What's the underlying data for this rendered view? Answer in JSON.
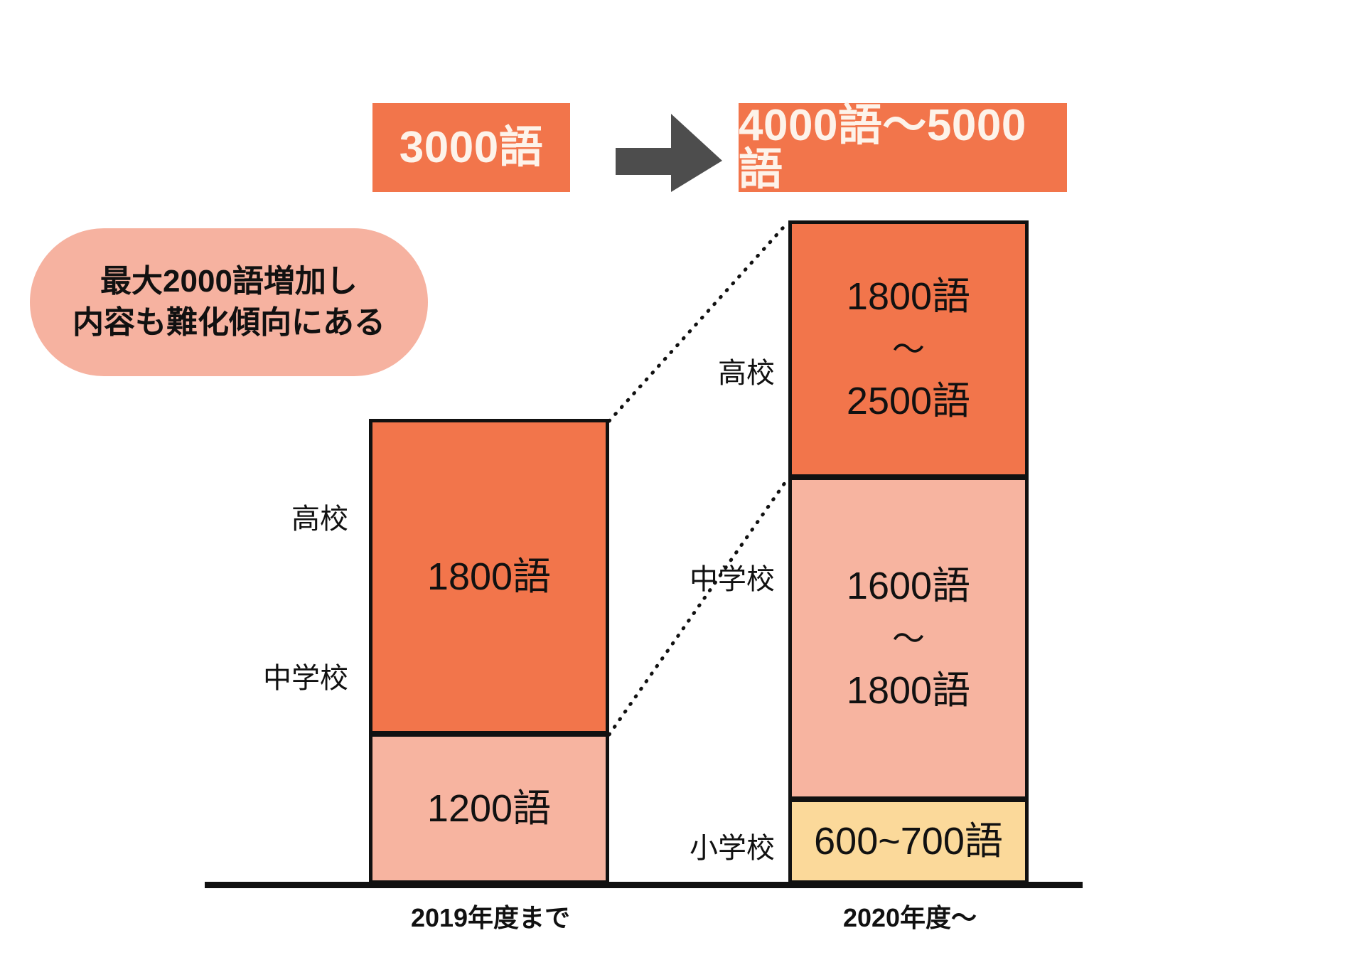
{
  "banners": {
    "before_label": "3000語",
    "after_label": "4000語〜5000語",
    "arrow_icon": "right-arrow-icon"
  },
  "callout": {
    "line1": "最大2000語増加し",
    "line2": "内容も難化傾向にある",
    "bg_color": "#F6B2A0"
  },
  "colors": {
    "high_school": "#F2754B",
    "junior_high": "#F7B4A0",
    "elementary": "#FBD99A",
    "outline": "#111111",
    "arrow": "#4D4D4D",
    "banner_text": "#FDF3EA"
  },
  "chart_data": {
    "type": "bar",
    "title": "",
    "xlabel": "",
    "ylabel": "",
    "categories": [
      "2019年度まで",
      "2020年度〜"
    ],
    "series": [
      {
        "name": "高校",
        "values": [
          1800,
          2150
        ],
        "labels": [
          "1800語",
          "1800語 〜 2500語"
        ],
        "color": "#F2754B"
      },
      {
        "name": "中学校",
        "values": [
          1200,
          1700
        ],
        "labels": [
          "1200語",
          "1600語 〜 1800語"
        ],
        "color": "#F7B4A0"
      },
      {
        "name": "小学校",
        "values": [
          0,
          650
        ],
        "labels": [
          "",
          "600~700語"
        ],
        "color": "#FBD99A"
      }
    ],
    "totals": [
      "3000語",
      "4000語〜5000語"
    ],
    "grid": false,
    "legend": "none"
  },
  "left_bar": {
    "axis_caption": "2019年度まで",
    "segments": [
      {
        "label": "高校",
        "value_text": "1800語"
      },
      {
        "label": "中学校",
        "value_text": "1200語"
      }
    ]
  },
  "right_bar": {
    "axis_caption": "2020年度〜",
    "segments": [
      {
        "label": "高校",
        "value_top": "1800語",
        "tilde": "〜",
        "value_bottom": "2500語"
      },
      {
        "label": "中学校",
        "value_top": "1600語",
        "tilde": "〜",
        "value_bottom": "1800語"
      },
      {
        "label": "小学校",
        "value_text": "600~700語"
      }
    ]
  }
}
